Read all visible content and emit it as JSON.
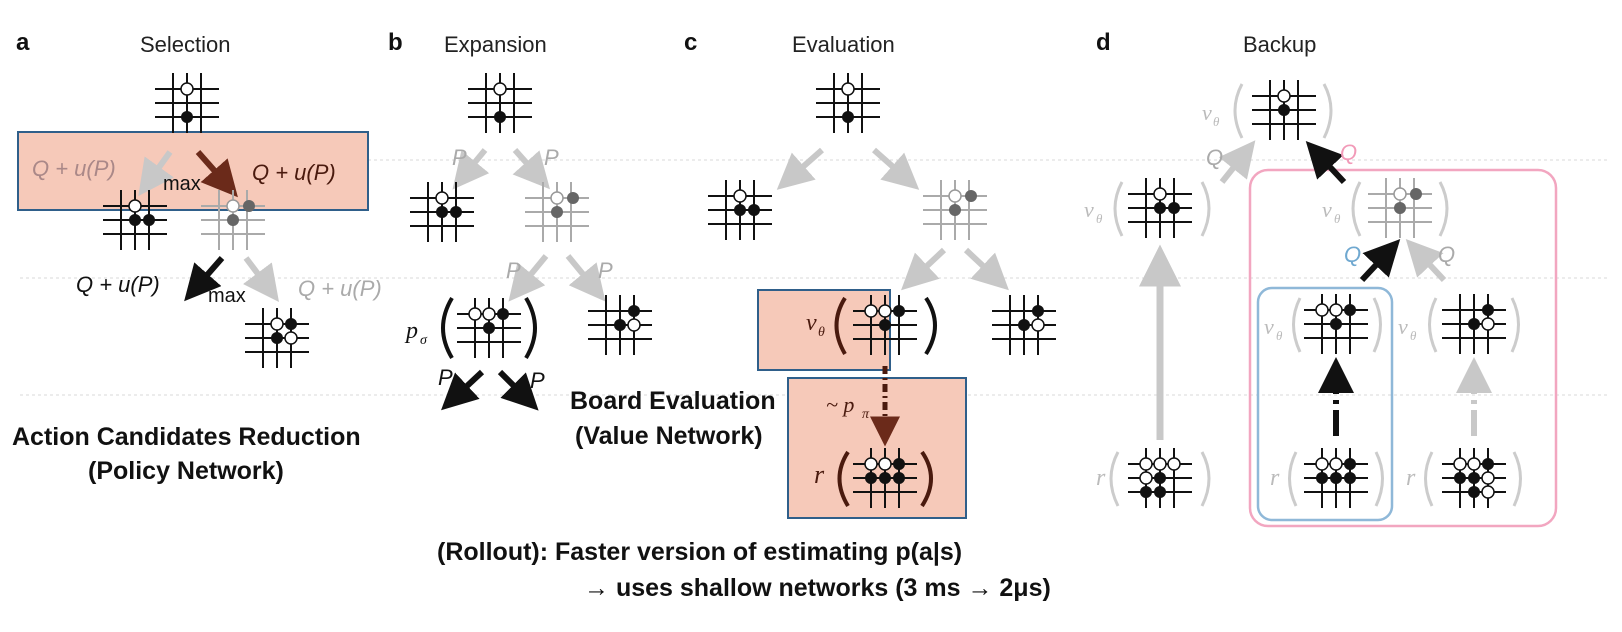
{
  "panels": {
    "a": {
      "letter": "a",
      "title": "Selection"
    },
    "b": {
      "letter": "b",
      "title": "Expansion"
    },
    "c": {
      "letter": "c",
      "title": "Evaluation"
    },
    "d": {
      "letter": "d",
      "title": "Backup"
    }
  },
  "labels": {
    "q_u_p": "Q + u(P)",
    "max": "max",
    "p": "P",
    "q": "Q",
    "p_sigma": "p",
    "p_sigma_sub": "σ",
    "v_theta": "v",
    "v_theta_sub": "θ",
    "r": "r",
    "tilde_p_pi": "~ p",
    "p_pi_sub": "π"
  },
  "annotations": {
    "action_line1": "Action Candidates Reduction",
    "action_line2": "(Policy Network)",
    "board_line1": "Board Evaluation",
    "board_line2": "(Value Network)",
    "rollout_line1": "(Rollout): Faster version of estimating p(a|s)",
    "rollout_line2": "→ uses shallow networks (3 ms → 2μs)"
  },
  "colors": {
    "highlight_fill": "#f6c9b9",
    "highlight_stroke": "#2f5f8a",
    "pink_box": "#f2a6c0",
    "blue_box": "#8fb8d8",
    "gray": "#c8c8c8",
    "dark": "#111111",
    "brown": "#6b2a1a"
  }
}
